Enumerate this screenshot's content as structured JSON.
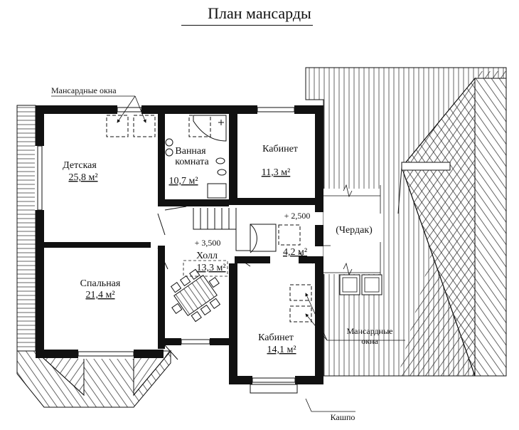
{
  "title": "План мансарды",
  "labels": {
    "dormer_windows_top": "Мансардные окна",
    "dormer_windows_right_1": "Мансардные",
    "dormer_windows_right_2": "окна",
    "eaves": "Кашпо",
    "attic": "(Чердак)"
  },
  "rooms": {
    "kids": {
      "name": "Детская",
      "area": "25,8 м²"
    },
    "bath": {
      "name1": "Ванная",
      "name2": "комната",
      "area": "10,7 м²"
    },
    "study_top": {
      "name": "Кабинет",
      "area": "11,3 м²"
    },
    "bedroom": {
      "name": "Спальная",
      "area": "21,4 м²"
    },
    "hall": {
      "level": "+ 3,500",
      "name": "Холл",
      "area": "13,3 м²"
    },
    "small": {
      "level": "+ 2,500",
      "area": "4,2 м²"
    },
    "study_bottom": {
      "name": "Кабинет",
      "area": "14,1 м²"
    }
  }
}
